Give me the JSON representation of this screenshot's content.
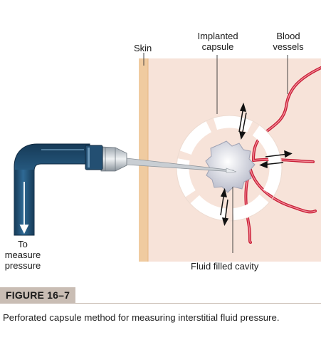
{
  "labels": {
    "skin": "Skin",
    "implanted_capsule": "Implanted\ncapsule",
    "blood_vessels": "Blood\nvessels",
    "to_measure_pressure": "To\nmeasure\npressure",
    "fluid_filled_cavity": "Fluid filled cavity"
  },
  "figure": {
    "tag": "FIGURE 16–7",
    "caption": "Perforated capsule method for measuring interstitial fluid pressure."
  },
  "colors": {
    "tissue": "#f7e3d9",
    "skin_edge": "#f0cba0",
    "vessel": "#d7263d",
    "tube": "#1f4f73",
    "tube_highlight": "#5b86a8",
    "needle": "#c9ced3",
    "cavity": "#d9dbe4",
    "capsule_ring": "#ffffff",
    "figure_tag_bg": "#c9bdb4"
  }
}
